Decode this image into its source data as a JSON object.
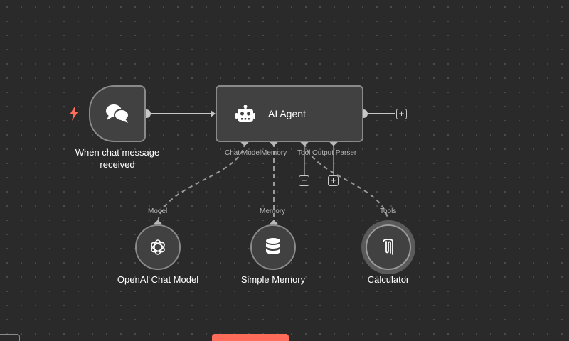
{
  "colors": {
    "canvas": "#2a2a2a",
    "node_fill": "#414141",
    "node_border": "#8a8a8a",
    "trigger_bolt": "#ff6d5a",
    "primary_button": "#ff6d5a"
  },
  "nodes": {
    "trigger": {
      "title": "When chat message received",
      "icon": "chat-bubbles-icon"
    },
    "agent": {
      "title": "AI Agent",
      "icon": "robot-icon",
      "ports": [
        "Chat Model",
        "Memory",
        "Tool",
        "Output Parser"
      ]
    },
    "model": {
      "title": "OpenAI Chat Model",
      "port_label": "Model",
      "icon": "openai-icon"
    },
    "memory": {
      "title": "Simple Memory",
      "port_label": "Memory",
      "icon": "database-icon"
    },
    "calculator": {
      "title": "Calculator",
      "port_label": "Tools",
      "icon": "calculator-tool-icon"
    }
  },
  "buttons": {
    "plus_symbol": "+"
  }
}
